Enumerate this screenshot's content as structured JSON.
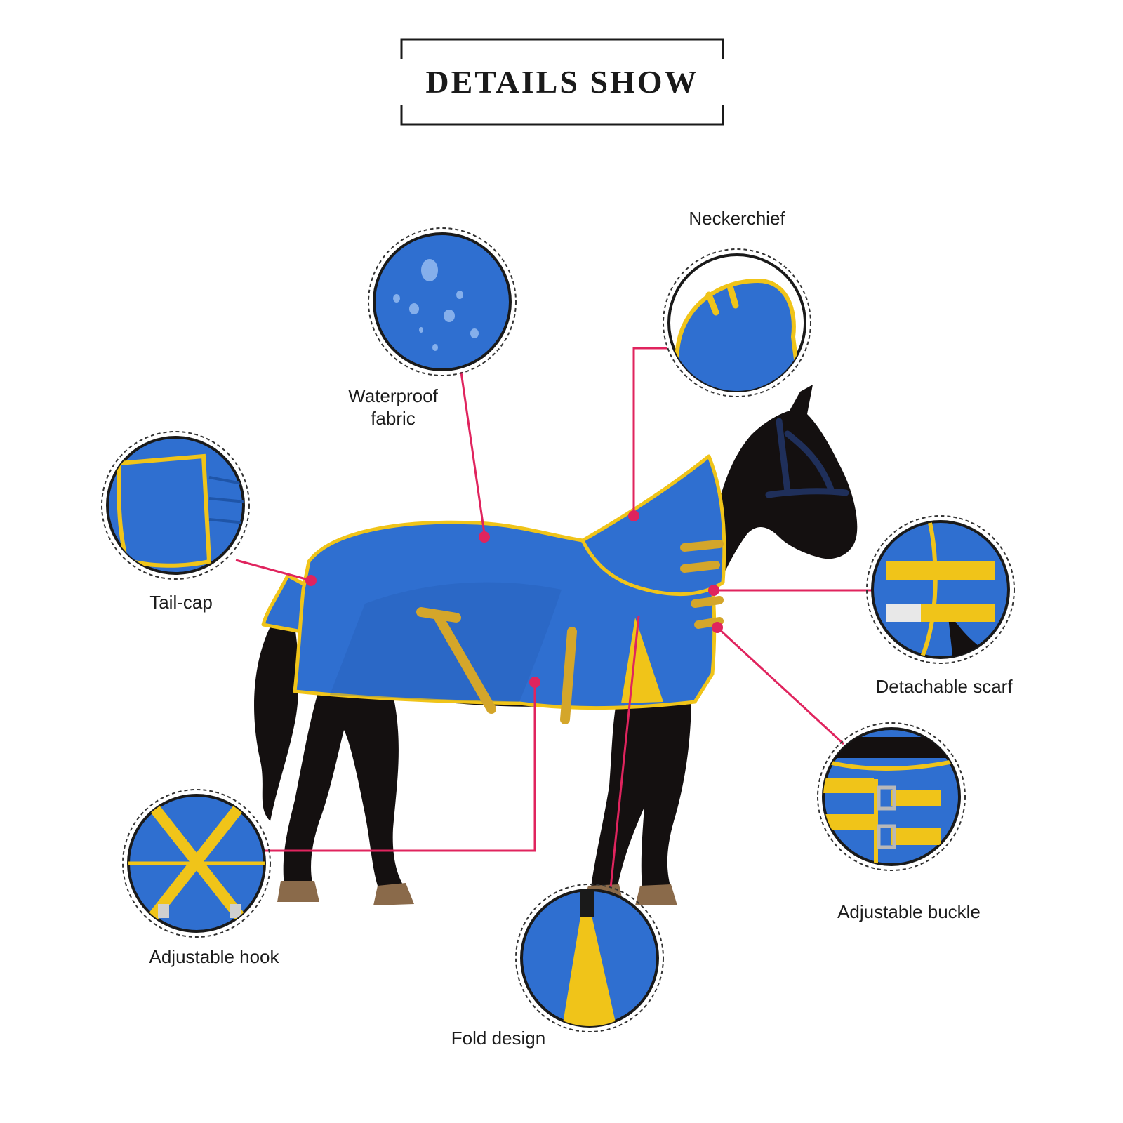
{
  "title": "DETAILS SHOW",
  "colors": {
    "blanket_blue": "#2f6fd0",
    "blanket_dark": "#1f55a8",
    "trim_yellow": "#f0c419",
    "callout_pink": "#e0245e",
    "horse_black": "#141010",
    "hoof_brown": "#8a6a4a"
  },
  "callouts": [
    {
      "id": "waterproof",
      "label_line1": "Waterproof",
      "label_line2": "fabric"
    },
    {
      "id": "neckerchief",
      "label_line1": "Neckerchief",
      "label_line2": ""
    },
    {
      "id": "tailcap",
      "label_line1": "Tail-cap",
      "label_line2": ""
    },
    {
      "id": "scarf",
      "label_line1": "Detachable scarf",
      "label_line2": ""
    },
    {
      "id": "buckle",
      "label_line1": "Adjustable buckle",
      "label_line2": ""
    },
    {
      "id": "hook",
      "label_line1": "Adjustable hook",
      "label_line2": ""
    },
    {
      "id": "fold",
      "label_line1": "Fold design",
      "label_line2": ""
    }
  ]
}
